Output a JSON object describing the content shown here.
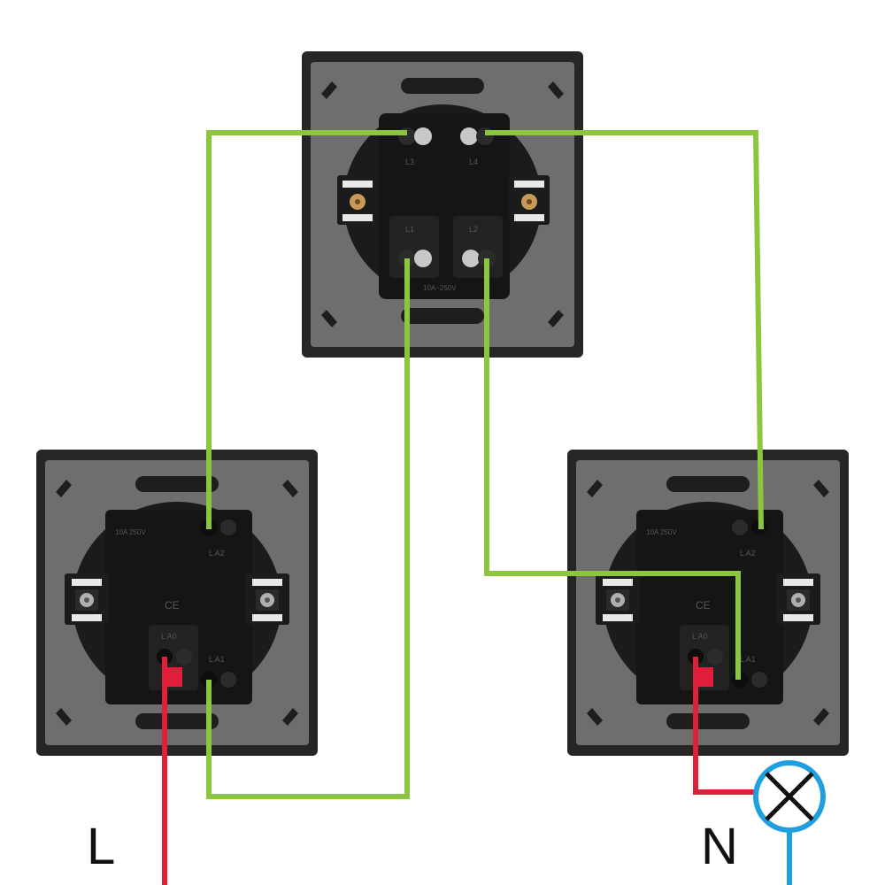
{
  "labels": {
    "live": "L",
    "neutral": "N"
  },
  "switches": {
    "intermediate": {
      "terminals": [
        "L3",
        "L4",
        "L1",
        "L2"
      ],
      "rating": "10A~250V"
    },
    "left_two_way": {
      "terminals": [
        "L A2",
        "L A1",
        "L A0"
      ],
      "rating": "10A 250V",
      "mark": "CE"
    },
    "right_two_way": {
      "terminals": [
        "L A2",
        "L A1",
        "L A0"
      ],
      "rating": "10A 250V",
      "mark": "CE"
    }
  },
  "colors": {
    "background": "#ffffff",
    "faceplate": "#262626",
    "mounting_plate": "#6e6e6e",
    "mechanism": "#1b1b1b",
    "traveller_wire": "#8cc63f",
    "live_wire": "#e0203a",
    "neutral_wire": "#1f9fe0",
    "lamp": "#1f9fe0"
  },
  "icons": {
    "lamp": "lamp-cross-icon",
    "screw": "screw-terminal-icon"
  }
}
